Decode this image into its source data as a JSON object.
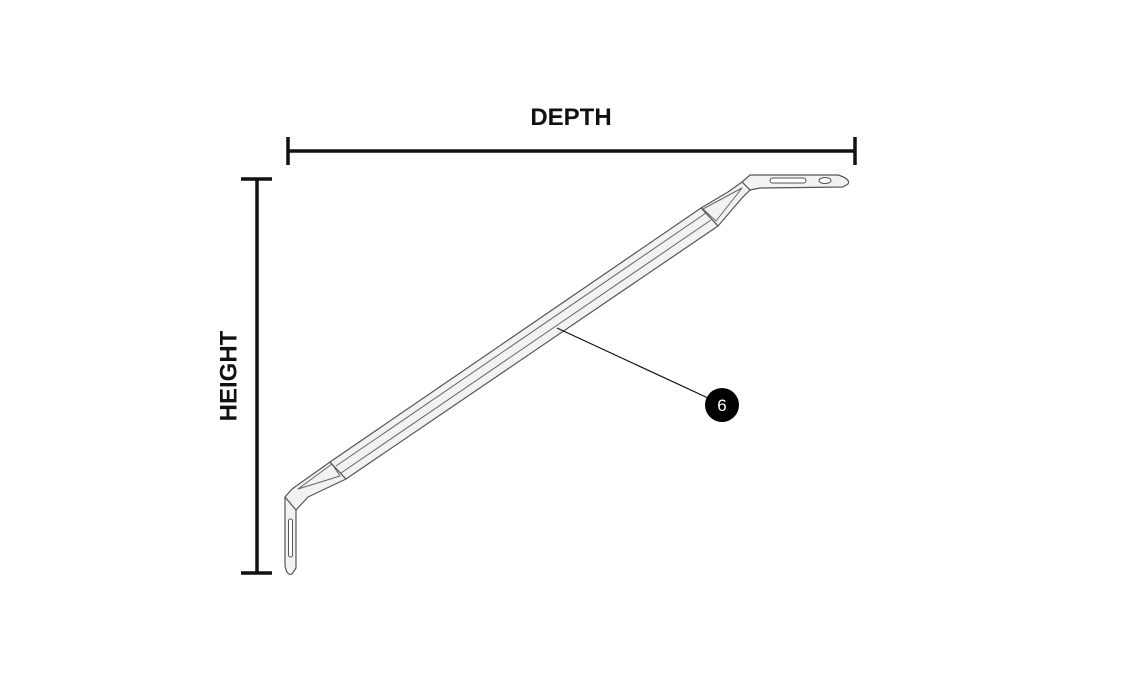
{
  "labels": {
    "depth": "DEPTH",
    "height": "HEIGHT"
  },
  "callouts": [
    {
      "number": "6"
    }
  ],
  "colors": {
    "ink": "#111111",
    "part_outline": "#555555",
    "part_fill": "#f2f2f2",
    "callout_fill": "#000000",
    "callout_text": "#ffffff"
  }
}
